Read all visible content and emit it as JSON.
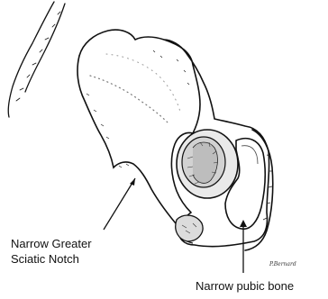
{
  "labels": {
    "sciatic_line1": "Narrow Greater",
    "sciatic_line2": "Sciatic Notch",
    "pubic": "Narrow pubic bone"
  },
  "signature": "P.Bernard",
  "colors": {
    "ink": "#111111",
    "background": "#ffffff"
  }
}
